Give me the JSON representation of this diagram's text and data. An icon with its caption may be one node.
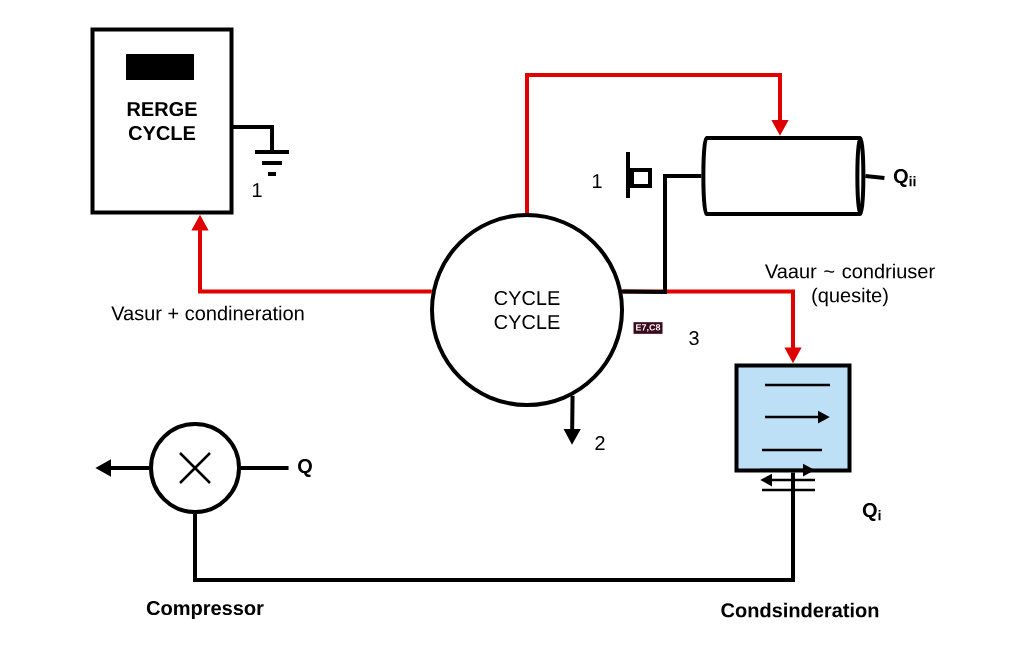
{
  "diagram": {
    "nodes": [
      {
        "text": [
          "RERGE CYCLE"
        ]
      },
      {
        "text": [
          "CYCLE CYCLE"
        ]
      },
      {
        "text": [],
        "shape": "cylinder"
      },
      {
        "text": [],
        "shape": "box"
      },
      {
        "text": [],
        "shape": "circle"
      },
      {
        "text": [
          "Q"
        ]
      },
      {
        "text": [
          "Q$_{ii}$"
        ]
      }
    ],
    "edges": [
      {
        "from": 1,
        "to": 0,
        "arrow": "to",
        "color": "#e00000"
      },
      {
        "from": 1,
        "to": 2,
        "arrow": "to",
        "color": "#e00000"
      },
      {
        "from": 1,
        "to": 3,
        "arrow": "to",
        "color": "#e00000"
      },
      {
        "from": 1,
        "to": 2,
        "arrow": "none"
      },
      {
        "from": 3,
        "to": 4,
        "arrow": "none"
      },
      {
        "from": 4,
        "to": null,
        "arrow": "to"
      },
      {
        "from": 4,
        "to": 5,
        "arrow": "none"
      },
      {
        "from": 2,
        "to": 6,
        "arrow": "none"
      },
      {
        "from": 1,
        "to": null,
        "arrow": "to"
      }
    ],
    "labels": [
      "1",
      "1",
      "Vasur + condineration",
      "Vaaur ~ condriuser (quesite)",
      "E7,C8",
      "3",
      "2",
      "Q$_{i}$",
      "Compressor",
      "Condsinderation"
    ]
  }
}
